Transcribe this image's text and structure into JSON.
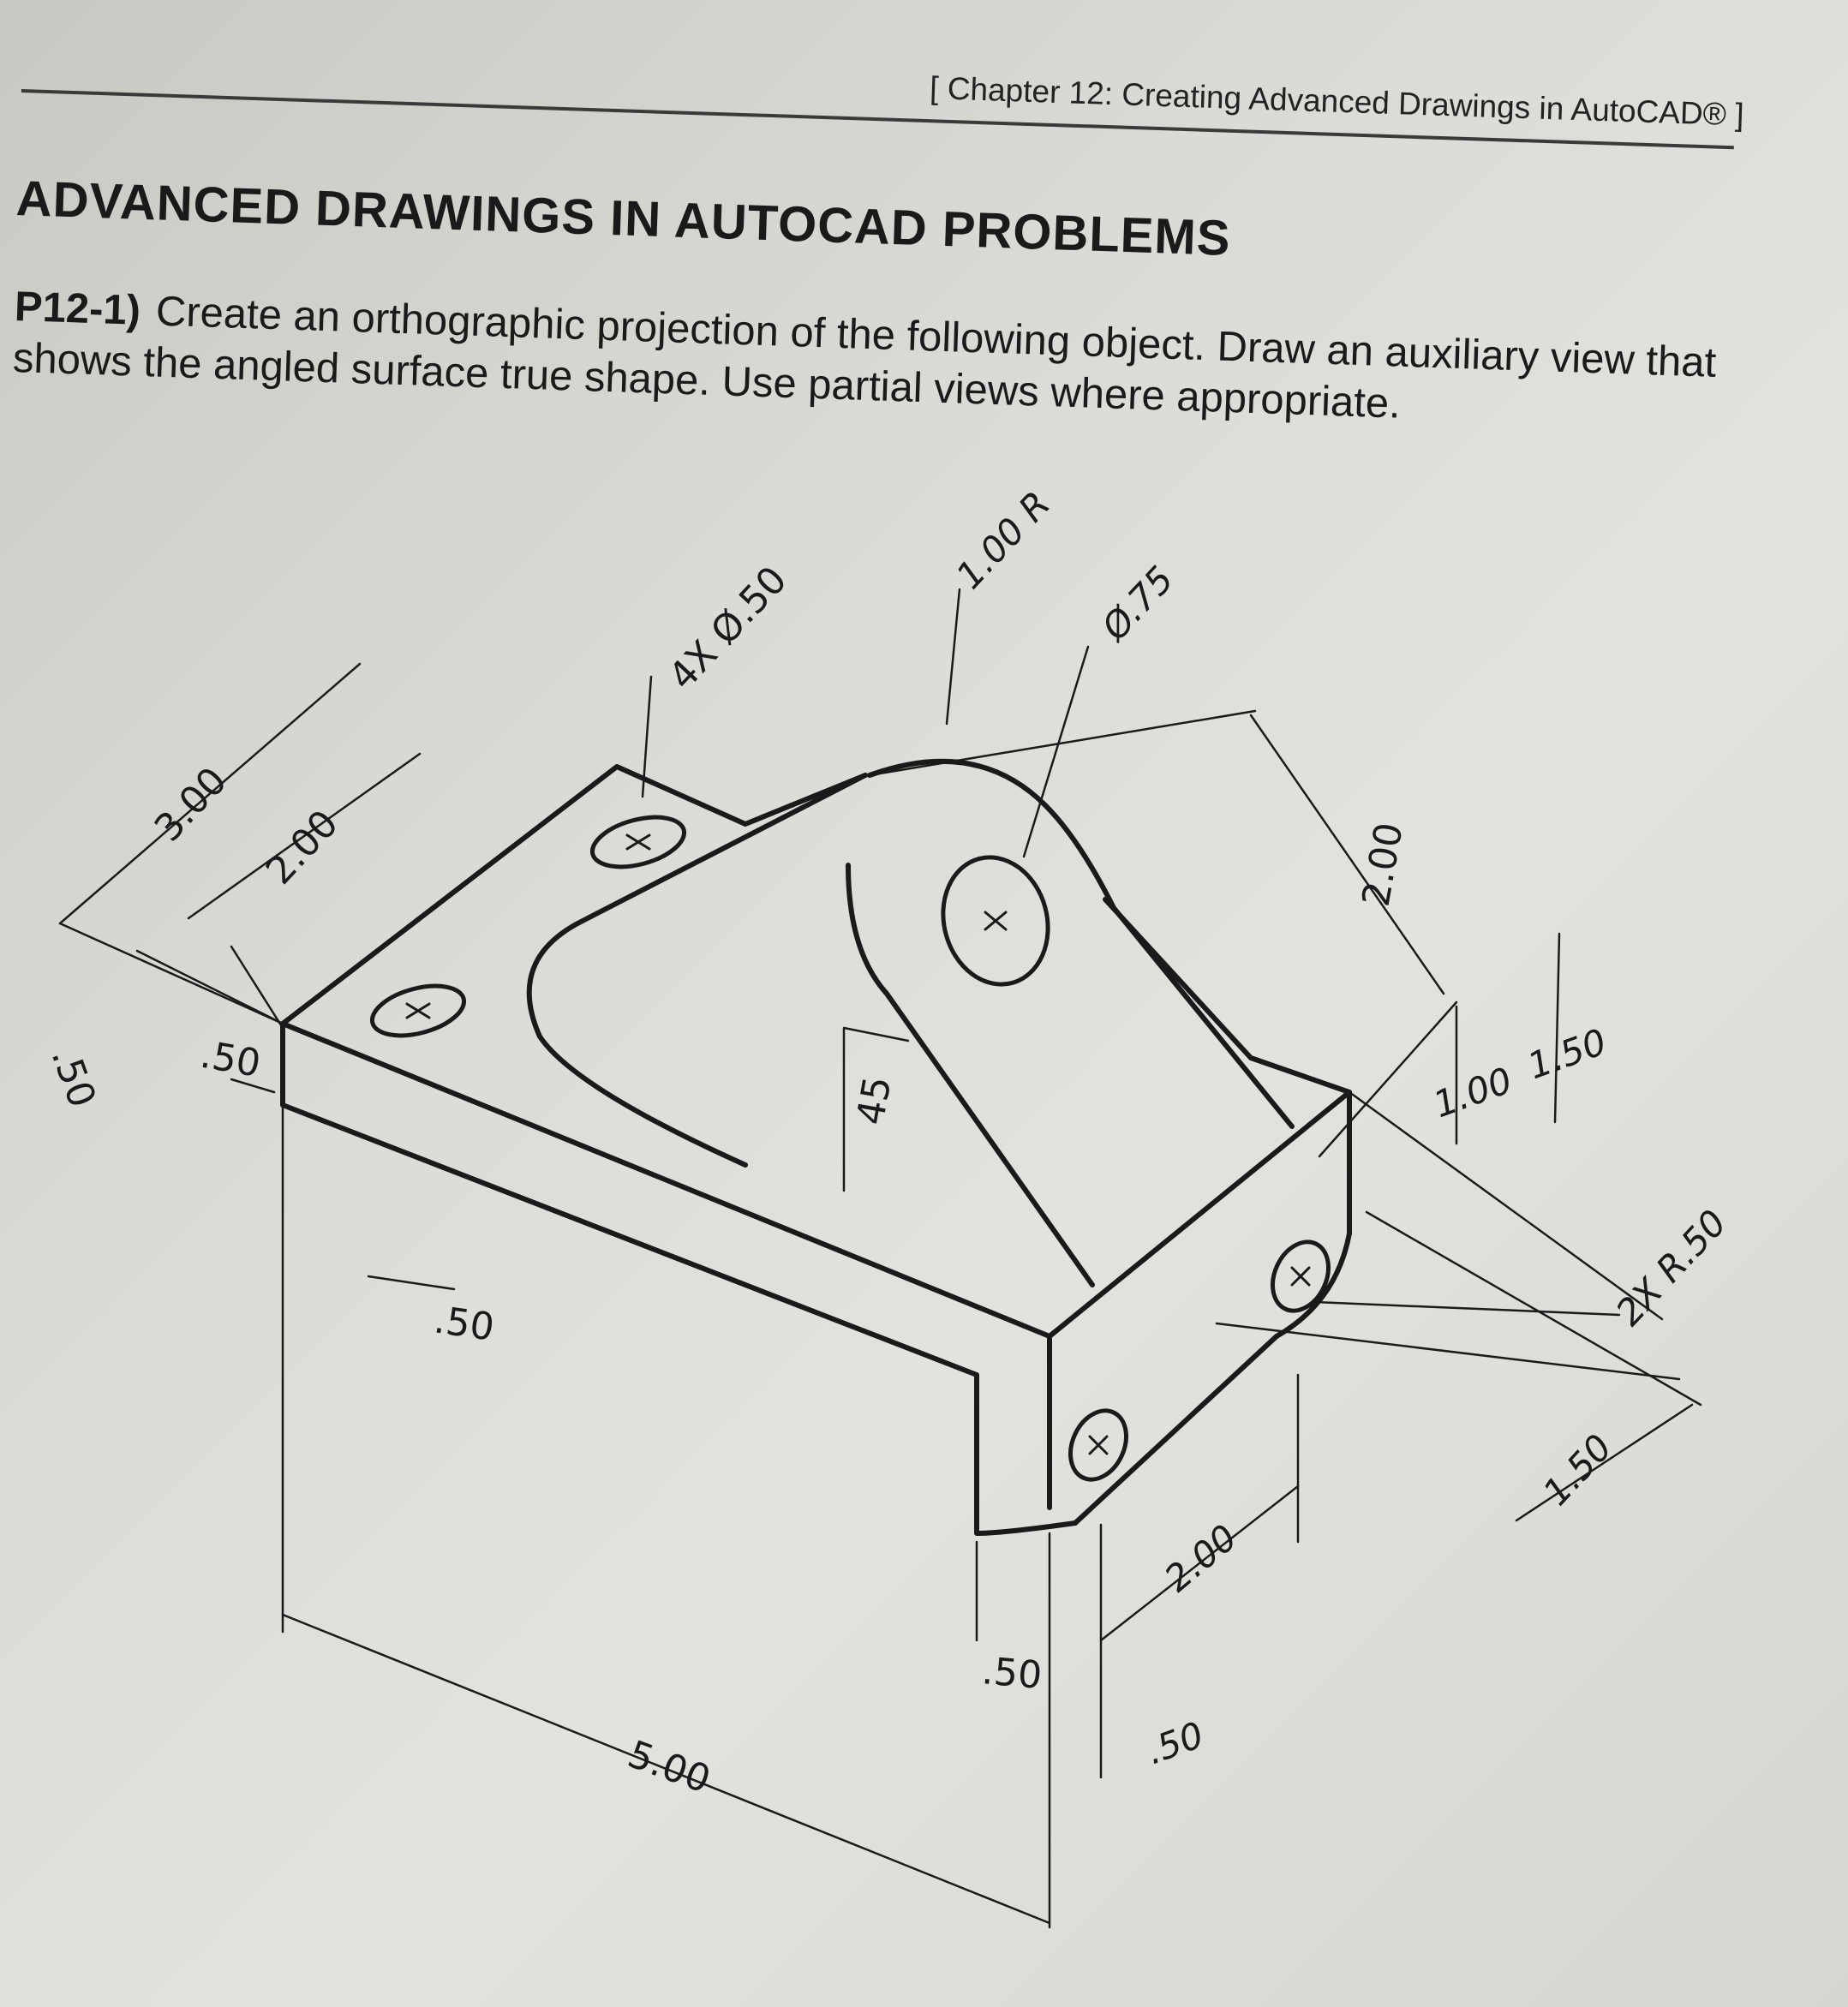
{
  "header": {
    "chapter": "[ Chapter 12:  Creating Advanced Drawings in AutoCAD® ]"
  },
  "section_title": "ADVANCED DRAWINGS IN AUTOCAD PROBLEMS",
  "problem": {
    "number": "P12-1)",
    "text": "Create an orthographic projection of the following object.  Draw an auxiliary view that shows the angled surface true shape.  Use partial views where appropriate."
  },
  "dimensions": {
    "d_300": "3.00",
    "d_200_left": "2.00",
    "d_050_far_left": ".50",
    "d_050_left": ".50",
    "d_050_bottom_left": ".50",
    "d_4x_dia": "4X Ø.50",
    "d_100r": "1.00 R",
    "d_dia_075": "Ø.75",
    "d_45": "45",
    "d_200_right": "2.00",
    "d_100": "1.00",
    "d_150_right": "1.50",
    "d_2x_r050": "2X R.50",
    "d_150_bottom": "1.50",
    "d_200_bottom": "2.00",
    "d_050_bottom_center": ".50",
    "d_050_bottom_right": ".50",
    "d_500": "5.00"
  }
}
